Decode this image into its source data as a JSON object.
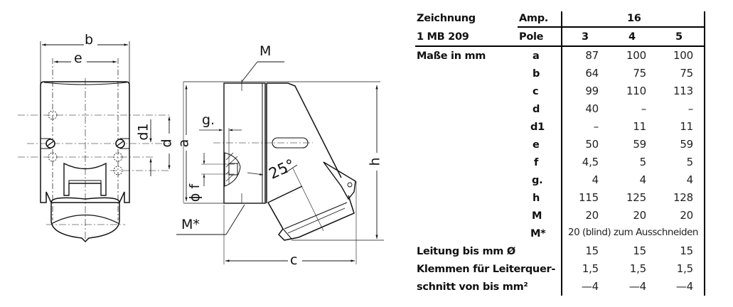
{
  "drawing": {
    "labels": {
      "b": "b",
      "e": "e",
      "d1": "d1",
      "d": "d",
      "a": "a",
      "M": "M",
      "g": "g.",
      "f": "ϕ f",
      "angle": "25°",
      "h": "h",
      "c": "c",
      "Mstar": "M*"
    }
  },
  "table": {
    "header": {
      "zeichnung": "Zeichnung",
      "model": "1 MB 209",
      "amp_label": "Amp.",
      "amp_value": "16",
      "pole_label": "Pole",
      "poles": [
        "3",
        "4",
        "5"
      ]
    },
    "section_label": "Maße in mm",
    "rows": [
      {
        "key": "a",
        "values": [
          "87",
          "100",
          "100"
        ]
      },
      {
        "key": "b",
        "values": [
          "64",
          "75",
          "75"
        ]
      },
      {
        "key": "c",
        "values": [
          "99",
          "110",
          "113"
        ]
      },
      {
        "key": "d",
        "values": [
          "40",
          "–",
          "–"
        ]
      },
      {
        "key": "d1",
        "values": [
          "–",
          "11",
          "11"
        ]
      },
      {
        "key": "e",
        "values": [
          "50",
          "59",
          "59"
        ]
      },
      {
        "key": "f",
        "values": [
          "4,5",
          "5",
          "5"
        ]
      },
      {
        "key": "g.",
        "values": [
          "4",
          "4",
          "4"
        ]
      },
      {
        "key": "h",
        "values": [
          "115",
          "125",
          "128"
        ]
      },
      {
        "key": "M",
        "values": [
          "20",
          "20",
          "20"
        ]
      }
    ],
    "mstar": {
      "key": "M*",
      "text": "20 (blind) zum Ausschneiden"
    },
    "leitung": {
      "label": "Leitung bis mm Ø",
      "values": [
        "15",
        "15",
        "15"
      ]
    },
    "klemmen": {
      "label1": "Klemmen für Leiterquer-",
      "label2": "schnitt von bis mm²",
      "values1": [
        "1,5",
        "1,5",
        "1,5"
      ],
      "values2": [
        "—4",
        "—4",
        "—4"
      ]
    }
  }
}
